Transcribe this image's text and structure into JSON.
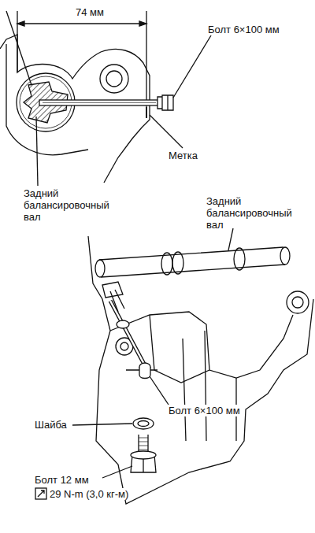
{
  "diagram": {
    "labels": [
      "74 мм",
      "Болт 6×100 мм",
      "Метка",
      "Задний балансировочный вал",
      "Задний балансировочный вал",
      "Шайба",
      "Болт 6×100 мм",
      "Болт 12 мм",
      "29 N-m (3,0 кг-м)"
    ]
  }
}
